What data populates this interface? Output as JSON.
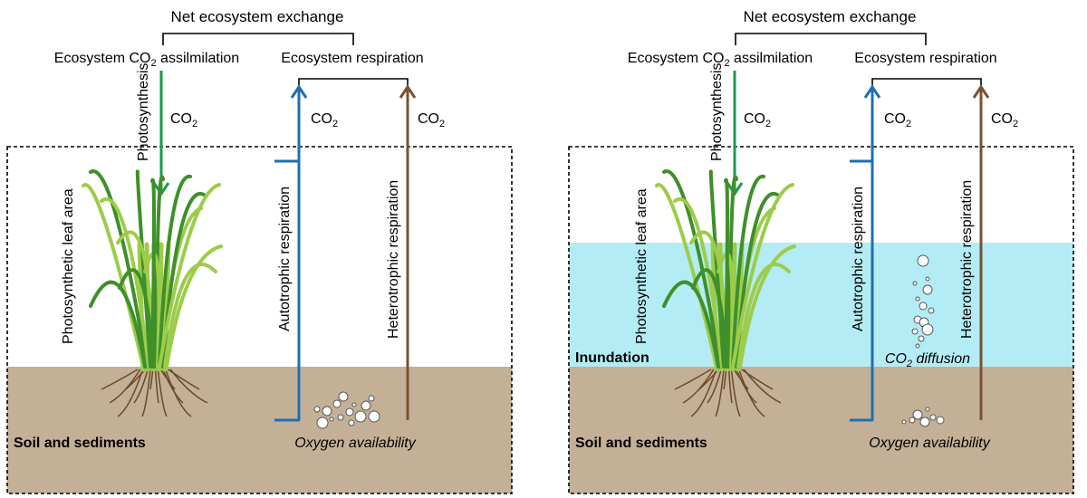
{
  "colors": {
    "soil": "#c4b096",
    "water": "#b3ecf5",
    "photosynthesis_arrow": "#1e9a4a",
    "autotrophic_arrow": "#1f6fb2",
    "heterotrophic_arrow": "#7a5230",
    "leaf_light": "#9ccc4a",
    "leaf_dark": "#3f8f2a",
    "root": "#6b4a2a"
  },
  "labels": {
    "net_ecosystem_exchange": "Net ecosystem exchange",
    "assimilation_prefix": "Ecosystem CO",
    "assimilation_sub": "2",
    "assimilation_suffix": " assilmilation",
    "ecosystem_respiration": "Ecosystem respiration",
    "photosynthesis": "Photosynthesis",
    "co2_main": "CO",
    "co2_sub": "2",
    "photosynthetic_leaf_area": "Photosynthetic leaf area",
    "autotrophic_respiration": "Autotrophic respiration",
    "heterotrophic_respiration": "Heterotrophic respiration",
    "soil_and_sediments": "Soil and sediments",
    "oxygen_availability": "Oxygen availability",
    "inundation": "Inundation",
    "co2_diffusion_prefix": "CO",
    "co2_diffusion_sub": "2",
    "co2_diffusion_suffix": " diffusion"
  }
}
